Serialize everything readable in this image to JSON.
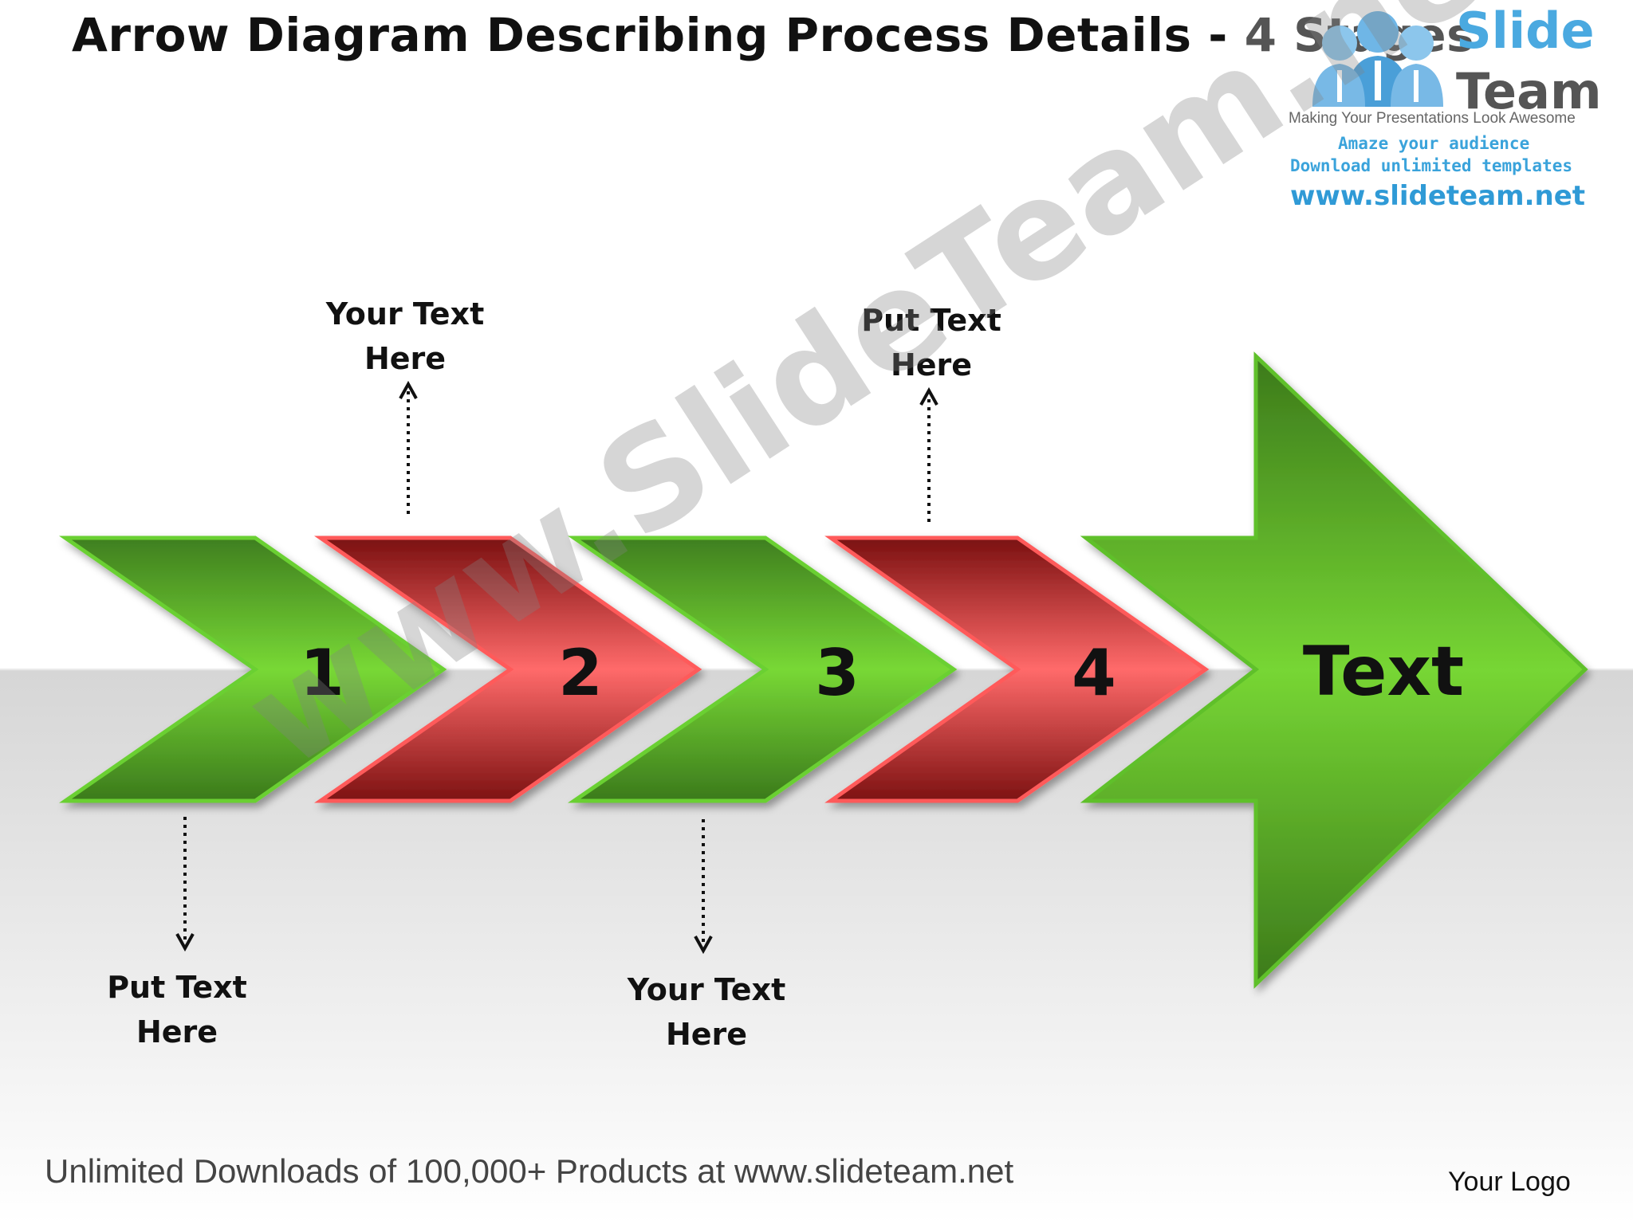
{
  "title": {
    "main": "Arrow Diagram Describing Process Details -",
    "stages": "4 Stages"
  },
  "brand": {
    "slide": "Slide",
    "team": "Team",
    "tagline": "Making Your Presentations Look Awesome",
    "line1": "Amaze your audience",
    "line2": "Download unlimited templates",
    "url": "www.slideteam.net"
  },
  "stages": [
    {
      "number": "1",
      "color": "green"
    },
    {
      "number": "2",
      "color": "red"
    },
    {
      "number": "3",
      "color": "green"
    },
    {
      "number": "4",
      "color": "red"
    }
  ],
  "final_arrow": {
    "label": "Text",
    "color": "green"
  },
  "callouts": {
    "top_left": {
      "line1": "Your Text",
      "line2": "Here"
    },
    "top_right": {
      "line1": "Put Text",
      "line2": "Here"
    },
    "bottom_left": {
      "line1": "Put Text",
      "line2": "Here"
    },
    "bottom_mid": {
      "line1": "Your Text",
      "line2": "Here"
    }
  },
  "watermark": "www.SlideTeam.net",
  "footer": "Unlimited Downloads of 100,000+ Products at www.slideteam.net",
  "logo_placeholder": "Your Logo",
  "colors": {
    "green_light": "#74d633",
    "green_dark": "#3c7d1d",
    "red_light": "#ff6b6b",
    "red_dark": "#7a1010",
    "brand_blue": "#3aa3db"
  }
}
